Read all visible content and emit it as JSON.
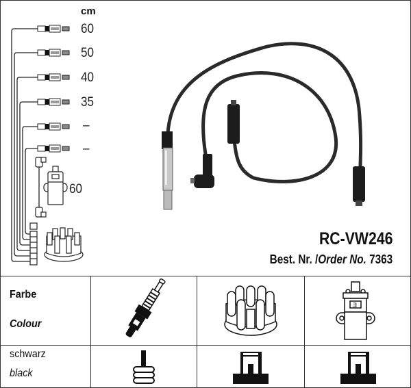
{
  "diagram": {
    "unit_label": "cm",
    "lead_lengths": [
      {
        "label": "60"
      },
      {
        "label": "50"
      },
      {
        "label": "40"
      },
      {
        "label": "35"
      },
      {
        "label": "–"
      },
      {
        "label": "–"
      }
    ],
    "coil_lead_length": "60",
    "product_code": "RC-VW246",
    "order": {
      "prefix": "Best. Nr.",
      "separator": "/",
      "label_en": "Order No.",
      "number": "7363"
    }
  },
  "table": {
    "header_label_de": "Farbe",
    "header_label_en": "Colour",
    "columns": [
      {
        "icon": "spark-plug-icon"
      },
      {
        "icon": "distributor-cap-icon"
      },
      {
        "icon": "ignition-coil-icon"
      }
    ],
    "rows": [
      {
        "color_de": "schwarz",
        "color_en": "black",
        "cells": [
          "spark-plug-connector-icon",
          "distributor-connector-icon",
          "coil-connector-icon"
        ]
      }
    ]
  }
}
